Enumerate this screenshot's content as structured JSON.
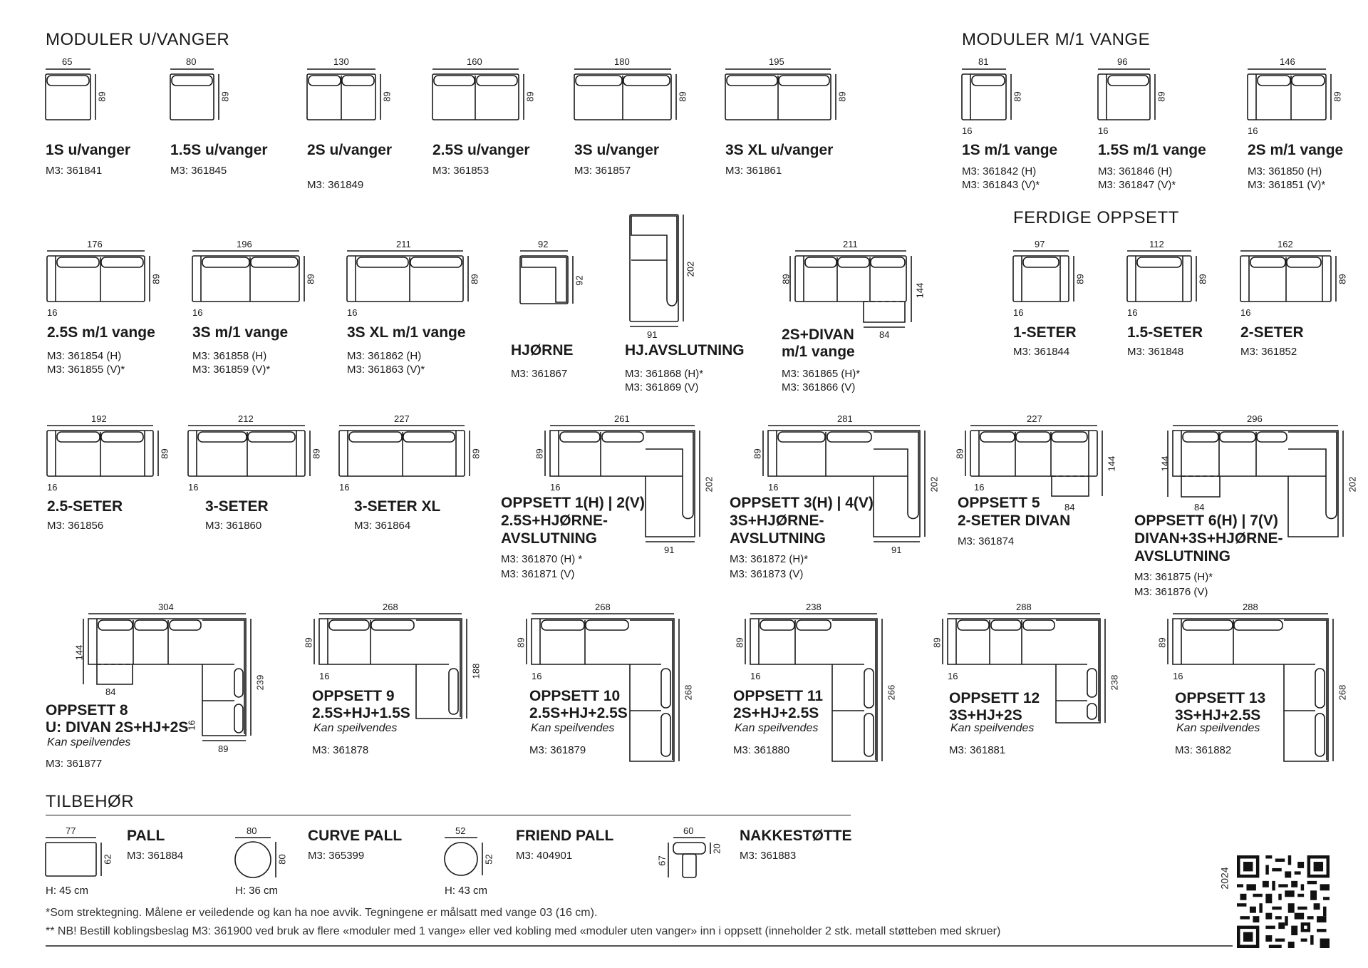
{
  "sections": {
    "moduler_u_vanger": "MODULER U/VANGER",
    "moduler_m1_vange": "MODULER M/1 VANGE",
    "ferdige_oppsett": "FERDIGE OPPSETT",
    "tilbehor": "TILBEHØR"
  },
  "dims": {
    "d65": "65",
    "d80": "80",
    "d130": "130",
    "d160": "160",
    "d180": "180",
    "d195": "195",
    "d81": "81",
    "d96": "96",
    "d146": "146",
    "d89": "89",
    "d16": "16",
    "d176": "176",
    "d196": "196",
    "d211": "211",
    "d92": "92",
    "d202": "202",
    "d91": "91",
    "d144": "144",
    "d84": "84",
    "d97": "97",
    "d112": "112",
    "d162": "162",
    "d192": "192",
    "d212": "212",
    "d227": "227",
    "d261": "261",
    "d281": "281",
    "d296": "296",
    "d304": "304",
    "d268": "268",
    "d238": "238",
    "d288": "288",
    "d239": "239",
    "d188": "188",
    "d266": "266",
    "d77": "77",
    "d62": "62",
    "d52": "52",
    "d60": "60",
    "d67": "67",
    "d20": "20"
  },
  "row1": [
    {
      "name": "1S u/vanger",
      "code": "M3: 361841"
    },
    {
      "name": "1.5S u/vanger",
      "code": "M3: 361845"
    },
    {
      "name": "2S u/vanger",
      "code": "M3: 361849"
    },
    {
      "name": "2.5S u/vanger",
      "code": "M3: 361853"
    },
    {
      "name": "3S u/vanger",
      "code": "M3: 361857"
    },
    {
      "name": "3S XL u/vanger",
      "code": "M3: 361861"
    },
    {
      "name": "1S m/1 vange",
      "code1": "M3: 361842 (H)",
      "code2": "M3: 361843 (V)*"
    },
    {
      "name": "1.5S m/1 vange",
      "code1": "M3: 361846 (H)",
      "code2": "M3: 361847 (V)*"
    },
    {
      "name": "2S m/1 vange",
      "code1": "M3: 361850 (H)",
      "code2": "M3: 361851 (V)*"
    }
  ],
  "row2": [
    {
      "name": "2.5S m/1 vange",
      "code1": "M3: 361854 (H)",
      "code2": "M3: 361855 (V)*"
    },
    {
      "name": "3S m/1 vange",
      "code1": "M3: 361858 (H)",
      "code2": "M3: 361859 (V)*"
    },
    {
      "name": "3S XL m/1 vange",
      "code1": "M3: 361862 (H)",
      "code2": "M3: 361863 (V)*"
    },
    {
      "name": "HJØRNE",
      "code": "M3: 361867"
    },
    {
      "name": "HJ.AVSLUTNING",
      "code1": "M3: 361868 (H)*",
      "code2": "M3: 361869 (V)"
    },
    {
      "name1": "2S+DIVAN",
      "name2": "m/1 vange",
      "code1": "M3: 361865 (H)*",
      "code2": "M3: 361866 (V)"
    },
    {
      "name": "1-SETER",
      "code": "M3: 361844"
    },
    {
      "name": "1.5-SETER",
      "code": "M3: 361848"
    },
    {
      "name": "2-SETER",
      "code": "M3: 361852"
    }
  ],
  "row3": [
    {
      "name": "2.5-SETER",
      "code": "M3: 361856"
    },
    {
      "name": "3-SETER",
      "code": "M3: 361860"
    },
    {
      "name": "3-SETER XL",
      "code": "M3: 361864"
    },
    {
      "name1": "OPPSETT 1(H) | 2(V)",
      "name2": "2.5S+HJØRNE-",
      "name3": "AVSLUTNING",
      "code1": "M3: 361870 (H) *",
      "code2": "M3: 361871 (V)"
    },
    {
      "name1": "OPPSETT 3(H) | 4(V)",
      "name2": "3S+HJØRNE-",
      "name3": "AVSLUTNING",
      "code1": "M3: 361872 (H)*",
      "code2": "M3: 361873 (V)"
    },
    {
      "name1": "OPPSETT 5",
      "name2": "2-SETER DIVAN",
      "code": "M3: 361874"
    },
    {
      "name1": "OPPSETT 6(H) | 7(V)",
      "name2": "DIVAN+3S+HJØRNE-",
      "name3": "AVSLUTNING",
      "code1": "M3: 361875 (H)*",
      "code2": "M3: 361876 (V)"
    }
  ],
  "row4": [
    {
      "name1": "OPPSETT 8",
      "name2": "U: DIVAN 2S+HJ+2S",
      "note": "Kan speilvendes",
      "code": "M3: 361877"
    },
    {
      "name1": "OPPSETT 9",
      "name2": "2.5S+HJ+1.5S",
      "note": "Kan speilvendes",
      "code": "M3:  361878"
    },
    {
      "name1": "OPPSETT 10",
      "name2": "2.5S+HJ+2.5S",
      "note": "Kan speilvendes",
      "code": "M3: 361879"
    },
    {
      "name1": "OPPSETT 11",
      "name2": "2S+HJ+2.5S",
      "note": "Kan speilvendes",
      "code": "M3: 361880"
    },
    {
      "name1": "OPPSETT 12",
      "name2": "3S+HJ+2S",
      "note": "Kan speilvendes",
      "code": "M3: 361881"
    },
    {
      "name1": "OPPSETT 13",
      "name2": "3S+HJ+2.5S",
      "note": "Kan speilvendes",
      "code": "M3: 361882"
    }
  ],
  "tilbehor": [
    {
      "name": "PALL",
      "code": "M3: 361884",
      "height": "H: 45 cm"
    },
    {
      "name": "CURVE PALL",
      "code": "M3: 365399",
      "height": "H: 36 cm"
    },
    {
      "name": "FRIEND PALL",
      "code": "M3: 404901",
      "height": "H: 43 cm"
    },
    {
      "name": "NAKKESTØTTE",
      "code": "M3: 361883"
    }
  ],
  "footnotes": {
    "line1": "*Som strektegning. Målene er veiledende og kan ha noe avvik. Tegningene er målsatt med vange 03 (16 cm).",
    "line2": "** NB! Bestill koblingsbeslag M3: 361900 ved bruk av flere «moduler med 1 vange» eller ved kobling med «moduler uten vanger» inn i oppsett (inneholder 2 stk. metall støtteben med skruer)"
  },
  "year": "2024",
  "qr_icon": "qr-code-icon"
}
